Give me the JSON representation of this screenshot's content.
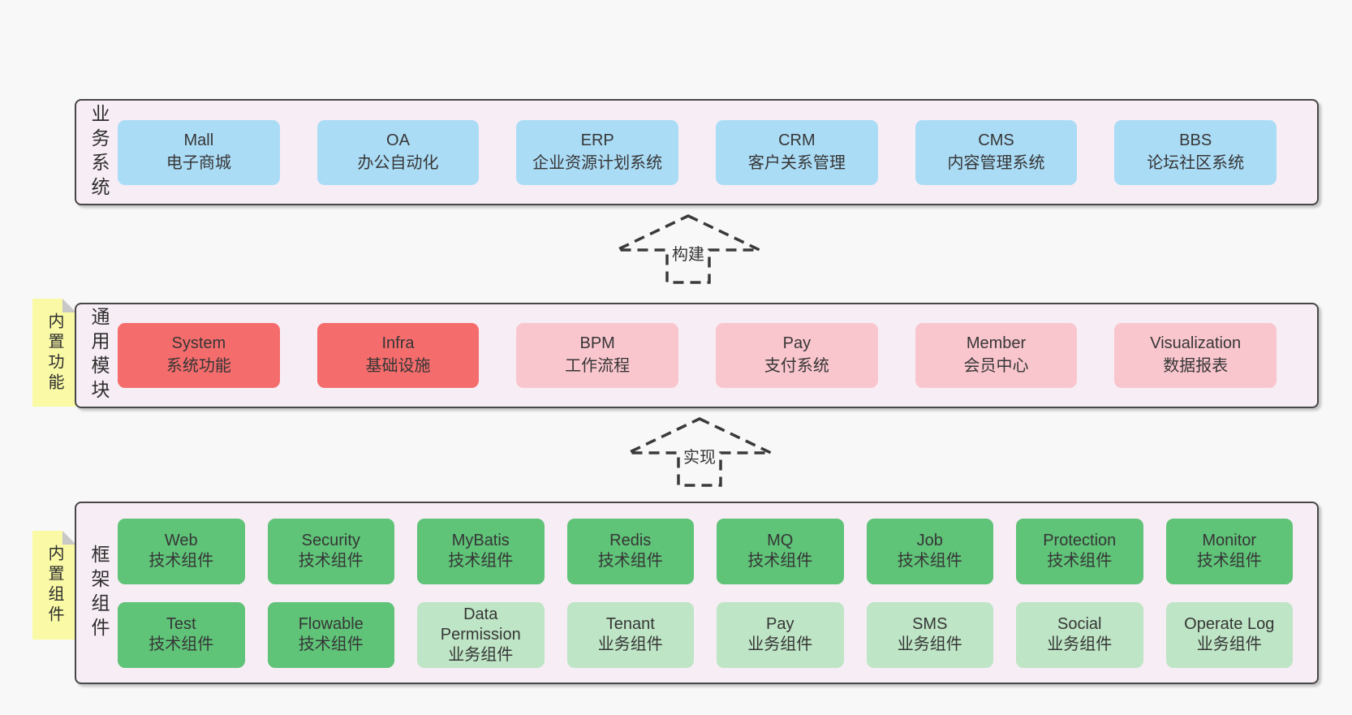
{
  "colors": {
    "page_bg": "#f8f8f8",
    "band_bg": "#f7edf5",
    "band_border": "#474747",
    "blue": "#abdcf6",
    "red": "#f56c6c",
    "pink": "#fac6ce",
    "green": "#5fc378",
    "light_green": "#bee5c5",
    "sticky_yellow": "#fafaa6",
    "sticky_fold_gray": "#c8c8c8"
  },
  "arrows": [
    {
      "label": "构建"
    },
    {
      "label": "实现"
    }
  ],
  "stickies": [
    {
      "label": "内置功能"
    },
    {
      "label": "内置组件"
    }
  ],
  "bands": [
    {
      "label": "业务系统",
      "boxes": [
        {
          "en": "Mall",
          "zh": "电子商城"
        },
        {
          "en": "OA",
          "zh": "办公自动化"
        },
        {
          "en": "ERP",
          "zh": "企业资源计划系统"
        },
        {
          "en": "CRM",
          "zh": "客户关系管理"
        },
        {
          "en": "CMS",
          "zh": "内容管理系统"
        },
        {
          "en": "BBS",
          "zh": "论坛社区系统"
        }
      ]
    },
    {
      "label": "通用模块",
      "boxes": [
        {
          "en": "System",
          "zh": "系统功能"
        },
        {
          "en": "Infra",
          "zh": "基础设施"
        },
        {
          "en": "BPM",
          "zh": "工作流程"
        },
        {
          "en": "Pay",
          "zh": "支付系统"
        },
        {
          "en": "Member",
          "zh": "会员中心"
        },
        {
          "en": "Visualization",
          "zh": "数据报表"
        }
      ]
    },
    {
      "label": "框架组件",
      "rows": [
        [
          {
            "en": "Web",
            "zh": "技术组件"
          },
          {
            "en": "Security",
            "zh": "技术组件"
          },
          {
            "en": "MyBatis",
            "zh": "技术组件"
          },
          {
            "en": "Redis",
            "zh": "技术组件"
          },
          {
            "en": "MQ",
            "zh": "技术组件"
          },
          {
            "en": "Job",
            "zh": "技术组件"
          },
          {
            "en": "Protection",
            "zh": "技术组件"
          },
          {
            "en": "Monitor",
            "zh": "技术组件"
          }
        ],
        [
          {
            "en": "Test",
            "zh": "技术组件"
          },
          {
            "en": "Flowable",
            "zh": "技术组件"
          },
          {
            "en": "Data\nPermission",
            "zh": "业务组件"
          },
          {
            "en": "Tenant",
            "zh": "业务组件"
          },
          {
            "en": "Pay",
            "zh": "业务组件"
          },
          {
            "en": "SMS",
            "zh": "业务组件"
          },
          {
            "en": "Social",
            "zh": "业务组件"
          },
          {
            "en": "Operate Log",
            "zh": "业务组件"
          }
        ]
      ]
    }
  ]
}
